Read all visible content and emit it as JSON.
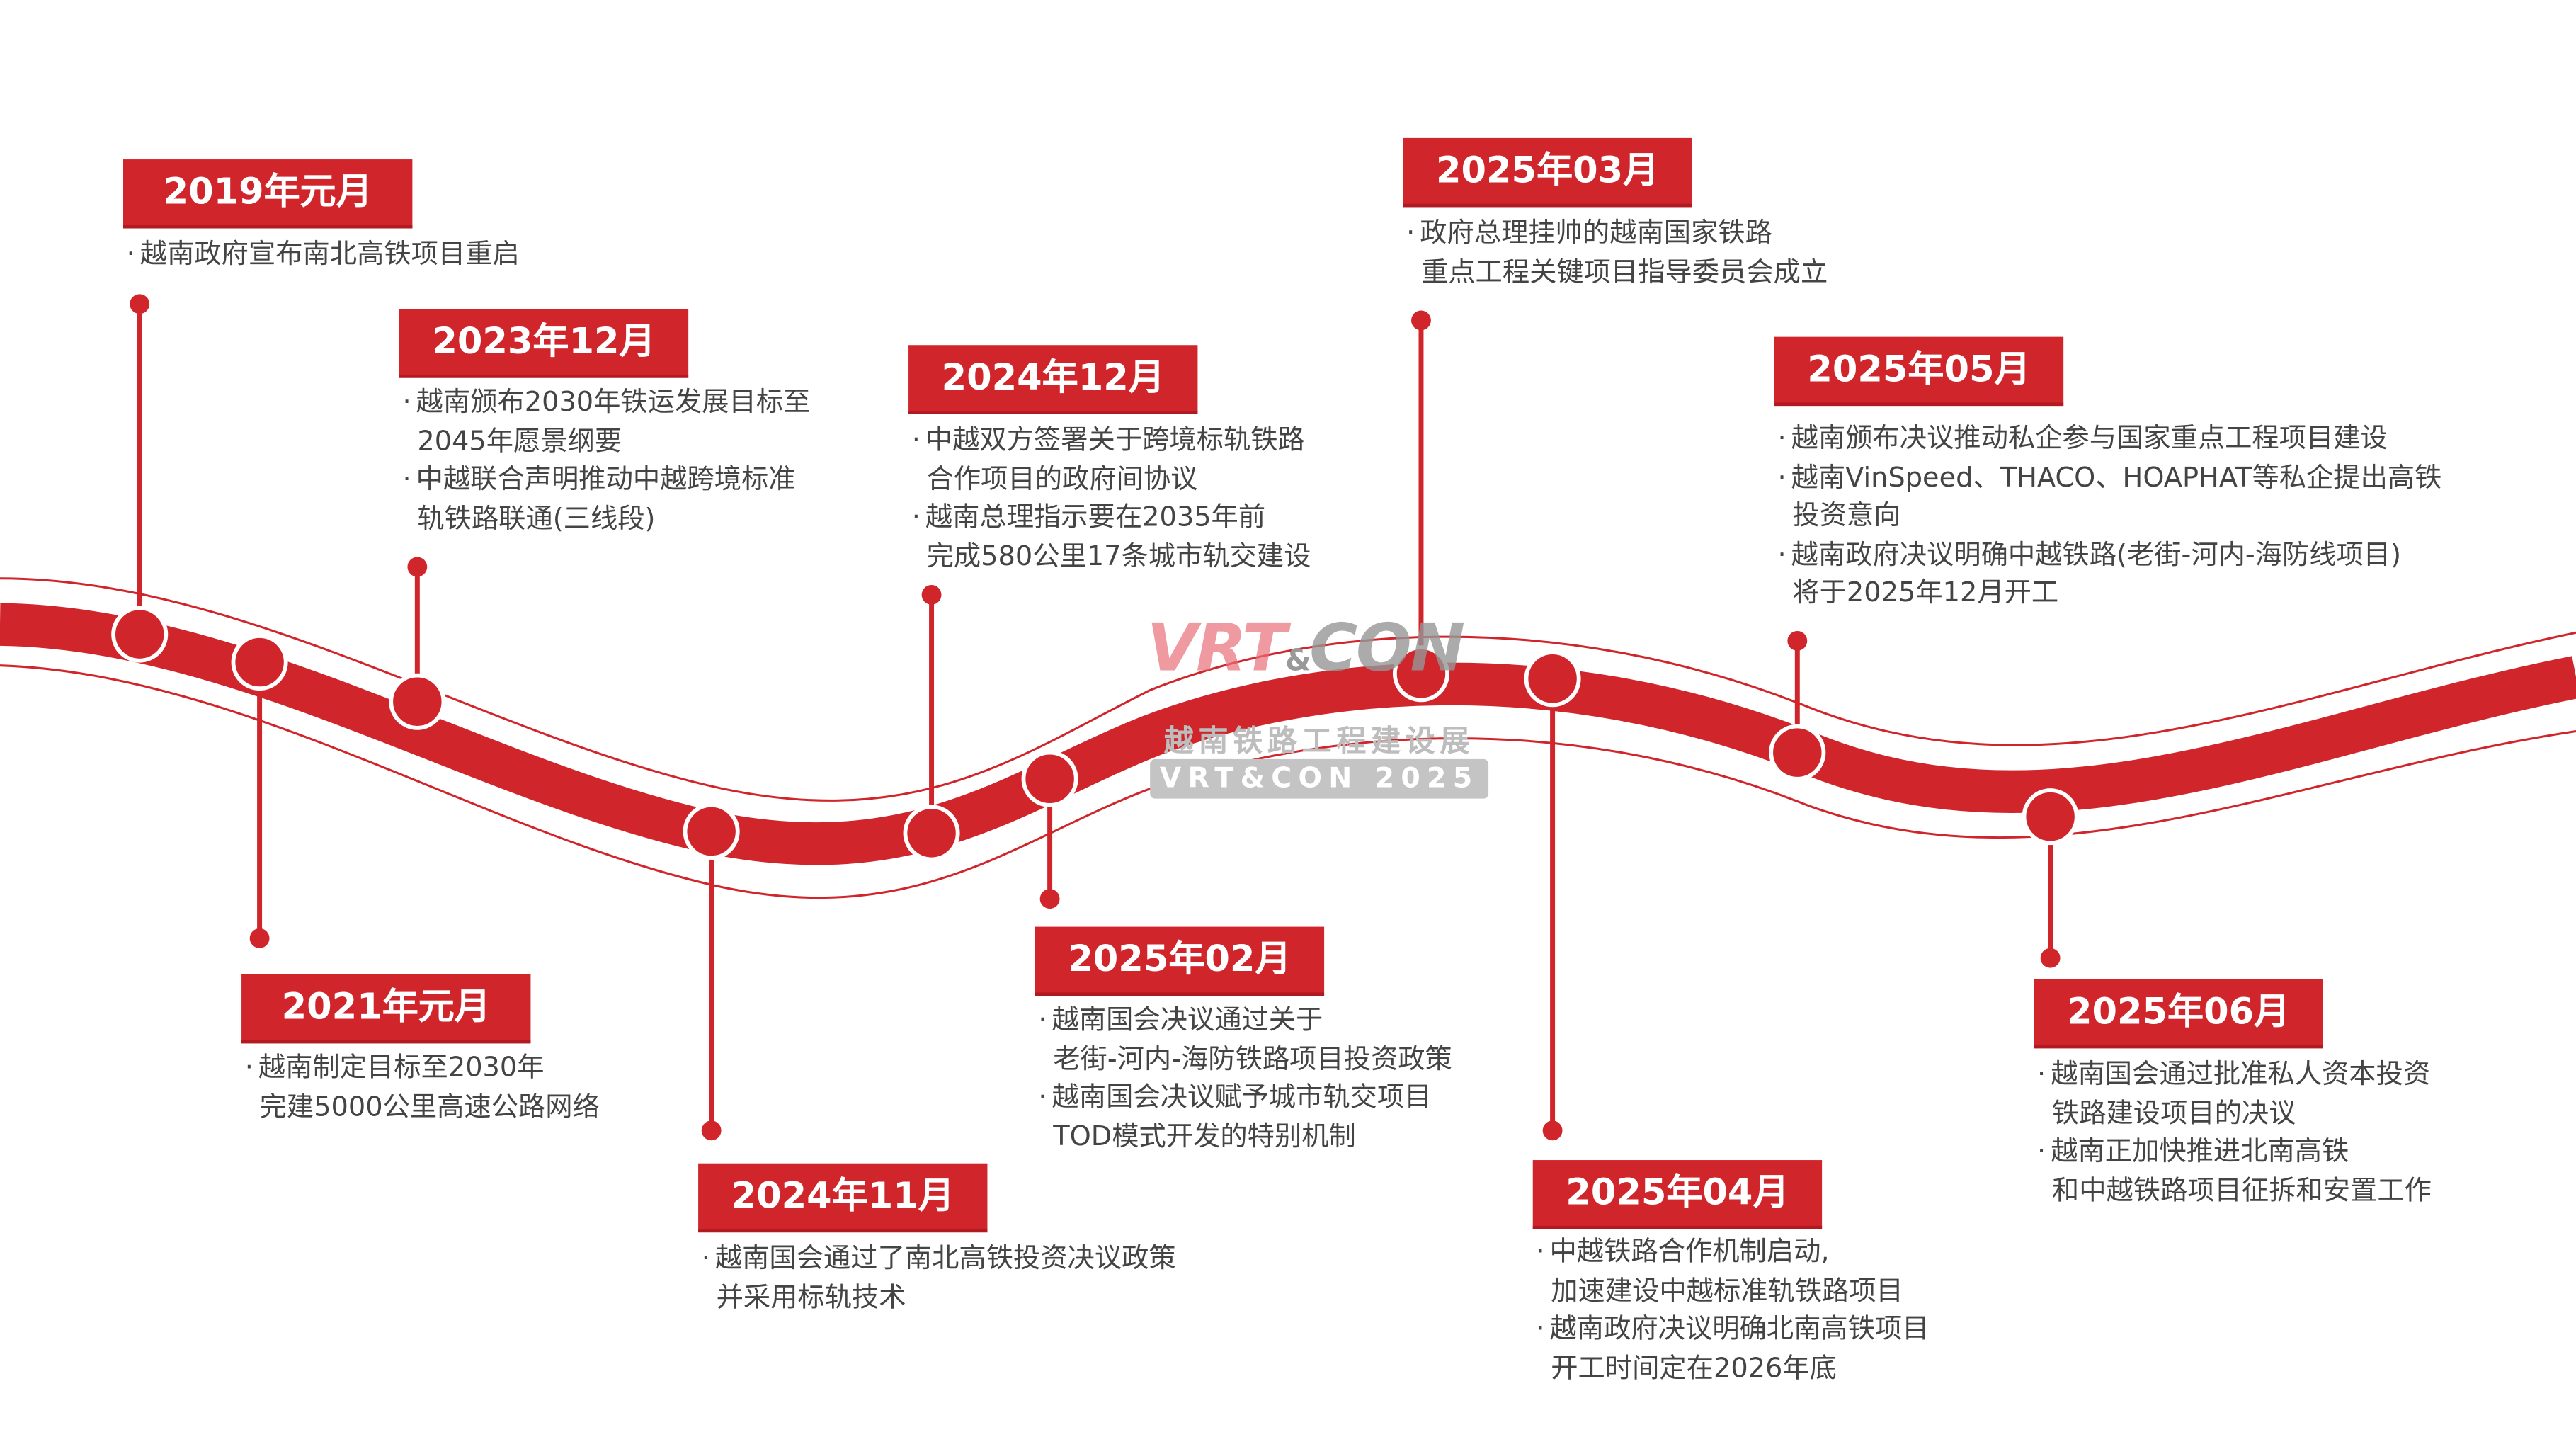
{
  "colors": {
    "accent": "#d0252b",
    "text": "#444444",
    "watermark": "#bdbdbd"
  },
  "watermark": {
    "logo": "VRT&CON",
    "cn": "越南铁路工程建设展",
    "en": "VRT&CON 2025"
  },
  "events": [
    {
      "date": "2019年元月",
      "lines": [
        [
          "b",
          "越南政府宣布南北高铁项目重启"
        ]
      ]
    },
    {
      "date": "2021年元月",
      "lines": [
        [
          "b",
          "越南制定目标至2030年"
        ],
        [
          "c",
          "完建5000公里高速公路网络"
        ]
      ]
    },
    {
      "date": "2023年12月",
      "lines": [
        [
          "b",
          "越南颁布2030年铁运发展目标至"
        ],
        [
          "c",
          "2045年愿景纲要"
        ],
        [
          "b",
          "中越联合声明推动中越跨境标准"
        ],
        [
          "c",
          "轨铁路联通(三线段)"
        ]
      ]
    },
    {
      "date": "2024年11月",
      "lines": [
        [
          "b",
          "越南国会通过了南北高铁投资决议政策"
        ],
        [
          "c",
          "并采用标轨技术"
        ]
      ]
    },
    {
      "date": "2024年12月",
      "lines": [
        [
          "b",
          "中越双方签署关于跨境标轨铁路"
        ],
        [
          "c",
          "合作项目的政府间协议"
        ],
        [
          "b",
          "越南总理指示要在2035年前"
        ],
        [
          "c",
          "完成580公里17条城市轨交建设"
        ]
      ]
    },
    {
      "date": "2025年02月",
      "lines": [
        [
          "b",
          "越南国会决议通过关于"
        ],
        [
          "c",
          "老街-河内-海防铁路项目投资政策"
        ],
        [
          "b",
          "越南国会决议赋予城市轨交项目"
        ],
        [
          "c",
          "TOD模式开发的特别机制"
        ]
      ]
    },
    {
      "date": "2025年03月",
      "lines": [
        [
          "b",
          "政府总理挂帅的越南国家铁路"
        ],
        [
          "c",
          "重点工程关键项目指导委员会成立"
        ]
      ]
    },
    {
      "date": "2025年04月",
      "lines": [
        [
          "b",
          "中越铁路合作机制启动,"
        ],
        [
          "c",
          "加速建设中越标准轨铁路项目"
        ],
        [
          "b",
          "越南政府决议明确北南高铁项目"
        ],
        [
          "c",
          "开工时间定在2026年底"
        ]
      ]
    },
    {
      "date": "2025年05月",
      "lines": [
        [
          "b",
          "越南颁布决议推动私企参与国家重点工程项目建设"
        ],
        [
          "b",
          "越南VinSpeed、THACO、HOAPHAT等私企提出高铁"
        ],
        [
          "c",
          "投资意向"
        ],
        [
          "b",
          "越南政府决议明确中越铁路(老街-河内-海防线项目)"
        ],
        [
          "c",
          "将于2025年12月开工"
        ]
      ]
    },
    {
      "date": "2025年06月",
      "lines": [
        [
          "b",
          "越南国会通过批准私人资本投资"
        ],
        [
          "c",
          "铁路建设项目的决议"
        ],
        [
          "b",
          "越南正加快推进北南高铁"
        ],
        [
          "c",
          "和中越铁路项目征拆和安置工作"
        ]
      ]
    }
  ]
}
